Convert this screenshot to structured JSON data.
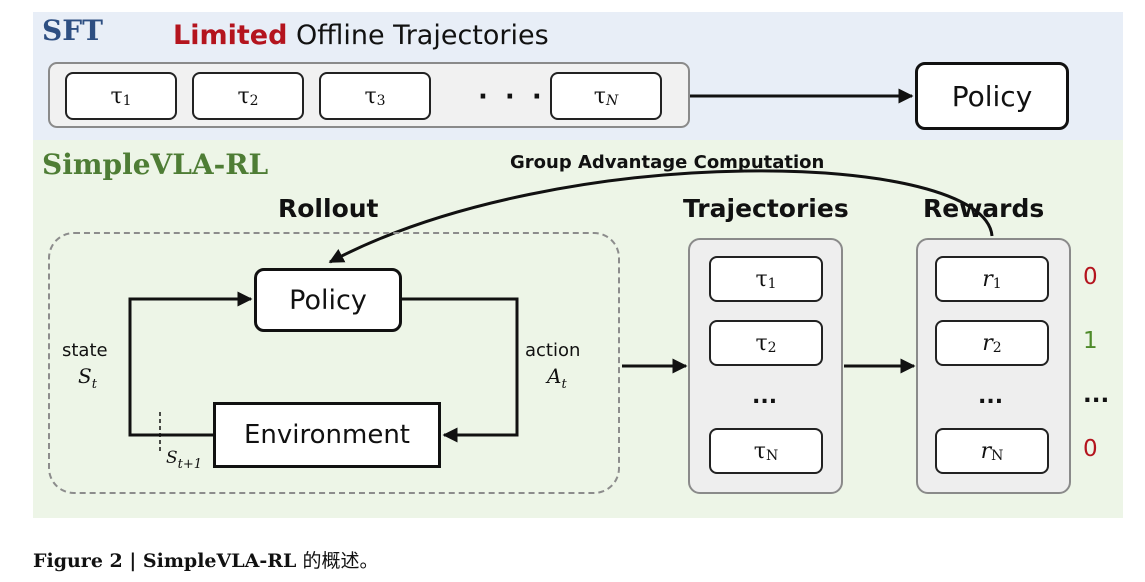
{
  "sft": {
    "section_label": "SFT",
    "heading_highlight": "Limited",
    "heading_rest": "Offline Trajectories",
    "trajectories": [
      {
        "sym": "τ",
        "sub": "1"
      },
      {
        "sym": "τ",
        "sub": "2"
      },
      {
        "sym": "τ",
        "sub": "3"
      },
      {
        "sym": "τ",
        "sub": "N"
      }
    ],
    "ellipsis": "· · ·",
    "policy_label": "Policy"
  },
  "rl": {
    "section_label": "SimpleVLA-RL",
    "group_advantage_label": "Group Advantage Computation",
    "rollout_label": "Rollout",
    "trajectories_label": "Trajectories",
    "rewards_label": "Rewards",
    "policy_label": "Policy",
    "environment_label": "Environment",
    "state_label": "state",
    "state_sym": "S",
    "state_sub": "t",
    "action_label": "action",
    "action_sym": "A",
    "action_sub": "t",
    "next_state_sym": "S",
    "next_state_sub": "t+1",
    "traj_items": [
      {
        "sym": "τ",
        "sub": "1"
      },
      {
        "sym": "τ",
        "sub": "2"
      },
      {
        "sym": "τ",
        "sub": "N"
      }
    ],
    "reward_items": [
      {
        "sym": "r",
        "sub": "1"
      },
      {
        "sym": "r",
        "sub": "2"
      },
      {
        "sym": "r",
        "sub": "N"
      }
    ],
    "column_ellipsis": "...",
    "reward_values": [
      {
        "value": "0",
        "color": "#b4141e"
      },
      {
        "value": "1",
        "color": "#4e8a2a"
      },
      {
        "value": "...",
        "color": "#111111"
      },
      {
        "value": "0",
        "color": "#b4141e"
      }
    ]
  },
  "caption": {
    "prefix": "Figure 2 | SimpleVLA-RL",
    "rest": " 的概述。"
  },
  "colors": {
    "sft_panel": "#e8eef7",
    "rl_panel": "#edf5e7",
    "sft_title": "#2e4f82",
    "rl_title": "#4e7d35",
    "highlight_red": "#b4141e"
  }
}
